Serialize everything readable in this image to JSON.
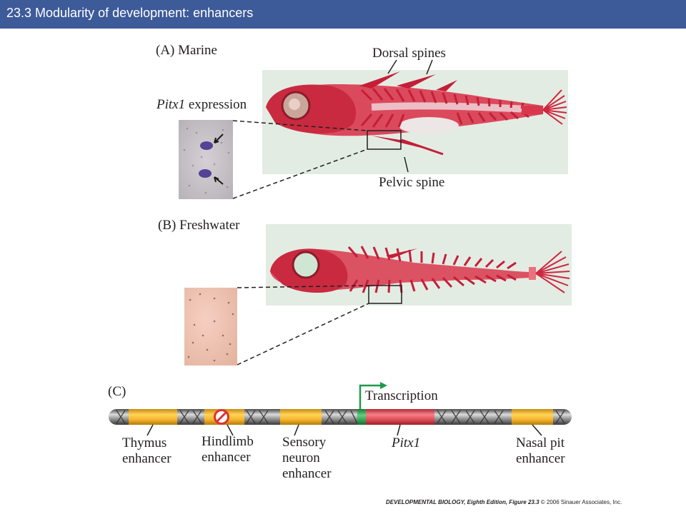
{
  "header": {
    "title": "23.3 Modularity of development: enhancers"
  },
  "panel_a": {
    "label": "(A)  Marine",
    "dorsal_spines": "Dorsal spines",
    "pitx1_gene": "Pitx1",
    "expression": " expression",
    "pelvic_spine": "Pelvic spine"
  },
  "panel_b": {
    "label": "(B)  Freshwater"
  },
  "panel_c": {
    "label": "(C)",
    "transcription": "Transcription",
    "thymus": [
      "Thymus",
      "enhancer"
    ],
    "hindlimb": [
      "Hindlimb",
      "enhancer"
    ],
    "sensory": [
      "Sensory",
      "neuron",
      "enhancer"
    ],
    "gene": "Pitx1",
    "nasal": [
      "Nasal pit",
      "enhancer"
    ]
  },
  "credit": {
    "book": "DEVELOPMENTAL BIOLOGY, Eighth Edition, Figure 23.3",
    "copyright": "© 2006 Sinauer Associates, Inc."
  },
  "colors": {
    "header": "#3d5a99",
    "enhancer": "#f7b731",
    "gene": "#e0505a",
    "arrow": "#1f9a48",
    "stain": "#d8243c",
    "no_symbol": "#e0302c"
  }
}
